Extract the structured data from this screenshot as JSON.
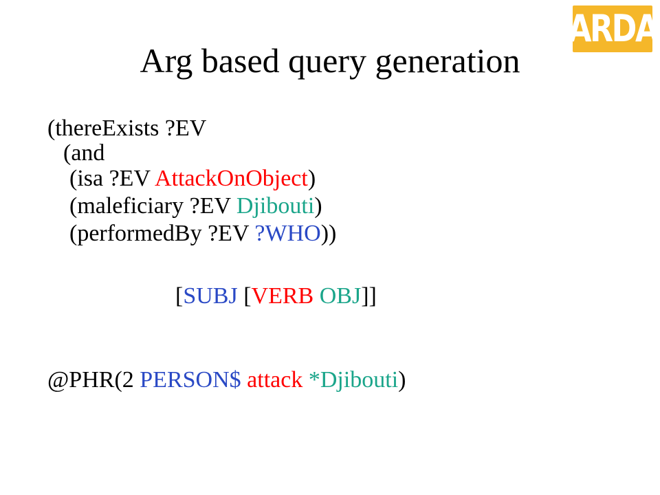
{
  "logo": {
    "text": "ARDA",
    "color": "#f5b72a"
  },
  "title": "Arg based query generation",
  "query": {
    "line1": "(thereExists ?EV",
    "line2": "(and",
    "line3": {
      "open": "(isa ?EV ",
      "term": "AttackOnObject",
      "close": ")"
    },
    "line4": {
      "open": "(maleficiary ?EV ",
      "term": "Djibouti",
      "close": ")"
    },
    "line5": {
      "open": "(performedBy ?EV ",
      "term": "?WHO",
      "close": "))"
    }
  },
  "pattern": {
    "open1": "[",
    "subj": "SUBJ",
    "open2": " [",
    "verb": "VERB",
    "obj": "OBJ",
    "close": "]]"
  },
  "phrase": {
    "prefix": "@PHR(2 ",
    "person": "PERSON$",
    "verb": "attack",
    "object": "*Djibouti",
    "close": ")"
  },
  "colors": {
    "verb_red": "#ff0000",
    "object_green": "#1aa58a",
    "subject_blue": "#2a49c5"
  }
}
